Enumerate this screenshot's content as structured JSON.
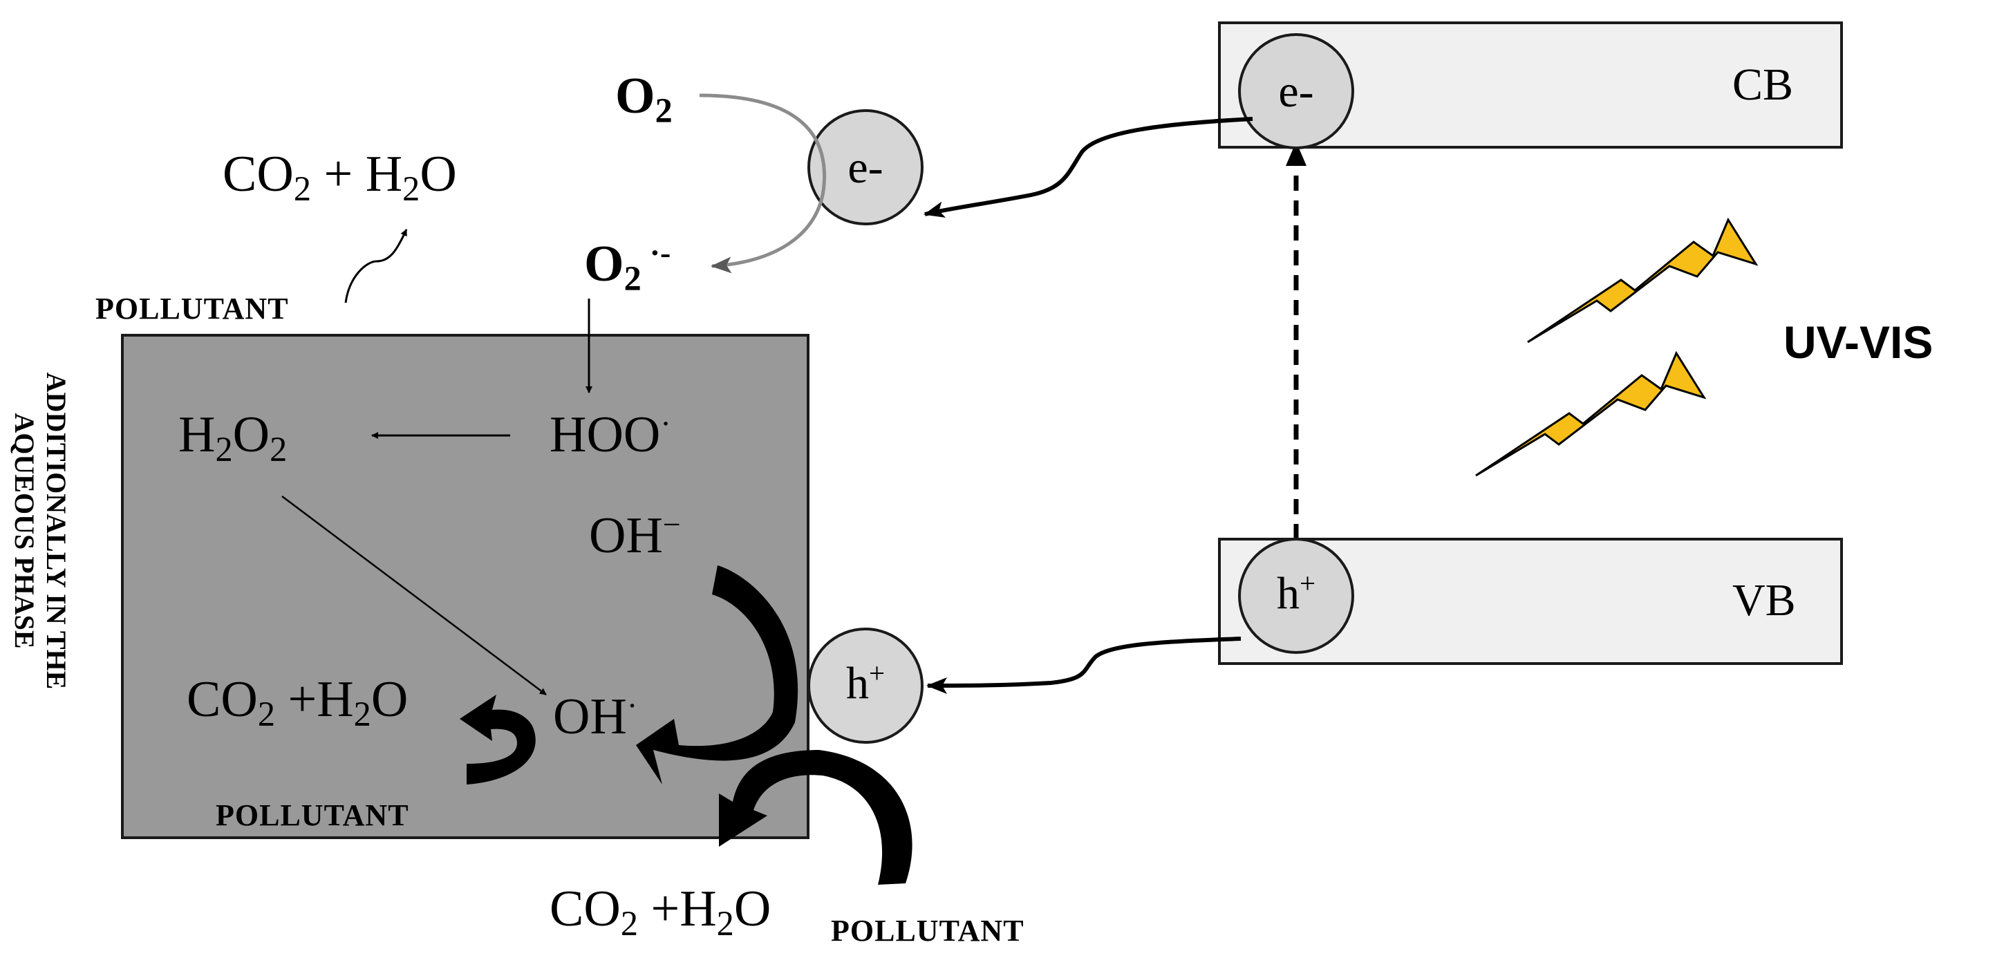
{
  "colors": {
    "aqueous_box": "#999999",
    "band_fill": "#f0f0f0",
    "carrier_circle": "#d6d6d6",
    "lightning": "#f6be17",
    "oxygen_arrow": "#8c8c8c"
  },
  "bands": {
    "conduction": "CB",
    "valence": "VB"
  },
  "carriers": {
    "electron": "e-",
    "hole_base": "h",
    "hole_charge": "+"
  },
  "light_label": "UV-VIS",
  "aqueous_phase_label": [
    "ADDITIONALLY IN THE",
    "AQUEOUS PHASE"
  ],
  "pollutant_label": "POLLUTANT",
  "species": {
    "o2": {
      "base": "O",
      "sub": "2"
    },
    "superoxide": {
      "base": "O",
      "sub": "2",
      "sup": "·-"
    },
    "hoo_radical": {
      "base": "HOO",
      "sup": "·"
    },
    "h2o2": {
      "h": "H",
      "h_sub": "2",
      "o": "O",
      "o_sub": "2"
    },
    "hydroxide": {
      "base": "OH",
      "sup": "−"
    },
    "hydroxyl_radical": {
      "base": "OH",
      "sup": "·"
    },
    "products": {
      "co": "CO",
      "co_sub": "2",
      "plus": "+",
      "h": "H",
      "h_sub": "2",
      "o": "O"
    }
  }
}
